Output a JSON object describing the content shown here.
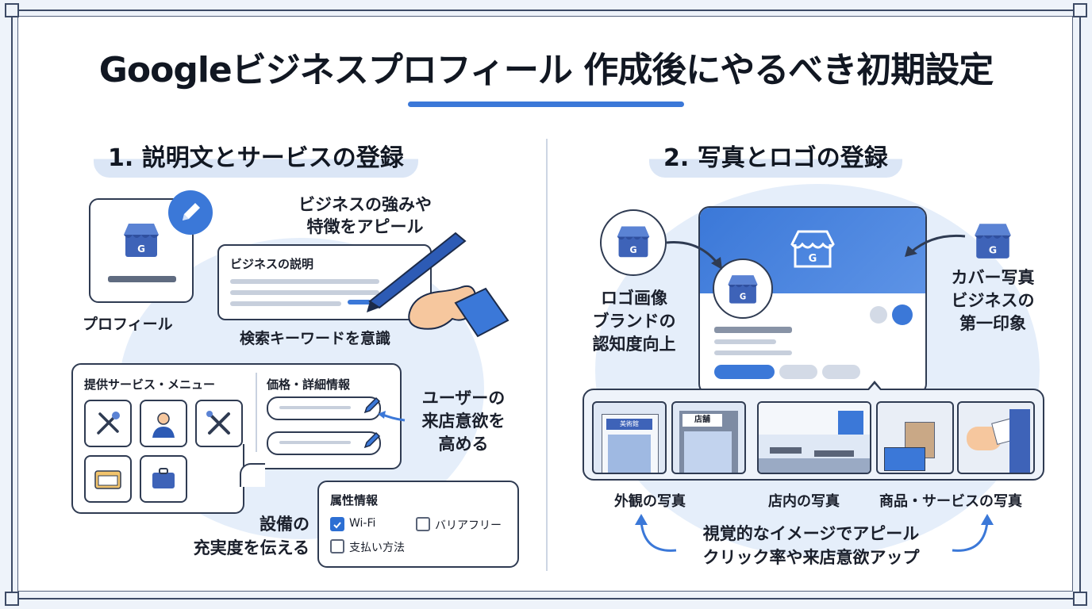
{
  "title": "Googleビジネスプロフィール 作成後にやるべき初期設定",
  "section1": {
    "title": "1. 説明文とサービスの登録",
    "profile_label": "プロフィール",
    "appeal_line1": "ビジネスの強みや",
    "appeal_line2": "特徴をアピール",
    "description_card_title": "ビジネスの説明",
    "keyword_label": "検索キーワードを意識",
    "services_title": "提供サービス・メニュー",
    "price_title": "価格・詳細情報",
    "user_line1": "ユーザーの",
    "user_line2": "来店意欲を",
    "user_line3": "高める",
    "attributes_title": "属性情報",
    "attributes": [
      {
        "label": "Wi-Fi",
        "checked": true
      },
      {
        "label": "バリアフリー",
        "checked": false
      },
      {
        "label": "支払い方法",
        "checked": false
      }
    ],
    "facility_line1": "設備の",
    "facility_line2": "充実度を伝える"
  },
  "section2": {
    "title": "2. 写真とロゴの登録",
    "logo_line1": "ロゴ画像",
    "logo_line2": "ブランドの",
    "logo_line3": "認知度向上",
    "cover_line1": "カバー写真",
    "cover_line2": "ビジネスの",
    "cover_line3": "第一印象",
    "photo_sign1": "美術館",
    "photo_sign2": "店舗",
    "exterior_label": "外観の写真",
    "interior_label": "店内の写真",
    "product_label": "商品・サービスの写真",
    "footer_line1": "視覚的なイメージでアピール",
    "footer_line2": "クリック率や来店意欲アップ"
  },
  "colors": {
    "accent": "#3b78d8",
    "dark": "#2f3b52",
    "light_blue": "#e5eefa"
  },
  "icons": [
    "store-icon",
    "pencil-icon",
    "pen-hand-icon",
    "utensils-icon",
    "person-icon",
    "tools-icon",
    "card-icon",
    "briefcase-icon",
    "arrow-icon",
    "checkbox-icon"
  ]
}
